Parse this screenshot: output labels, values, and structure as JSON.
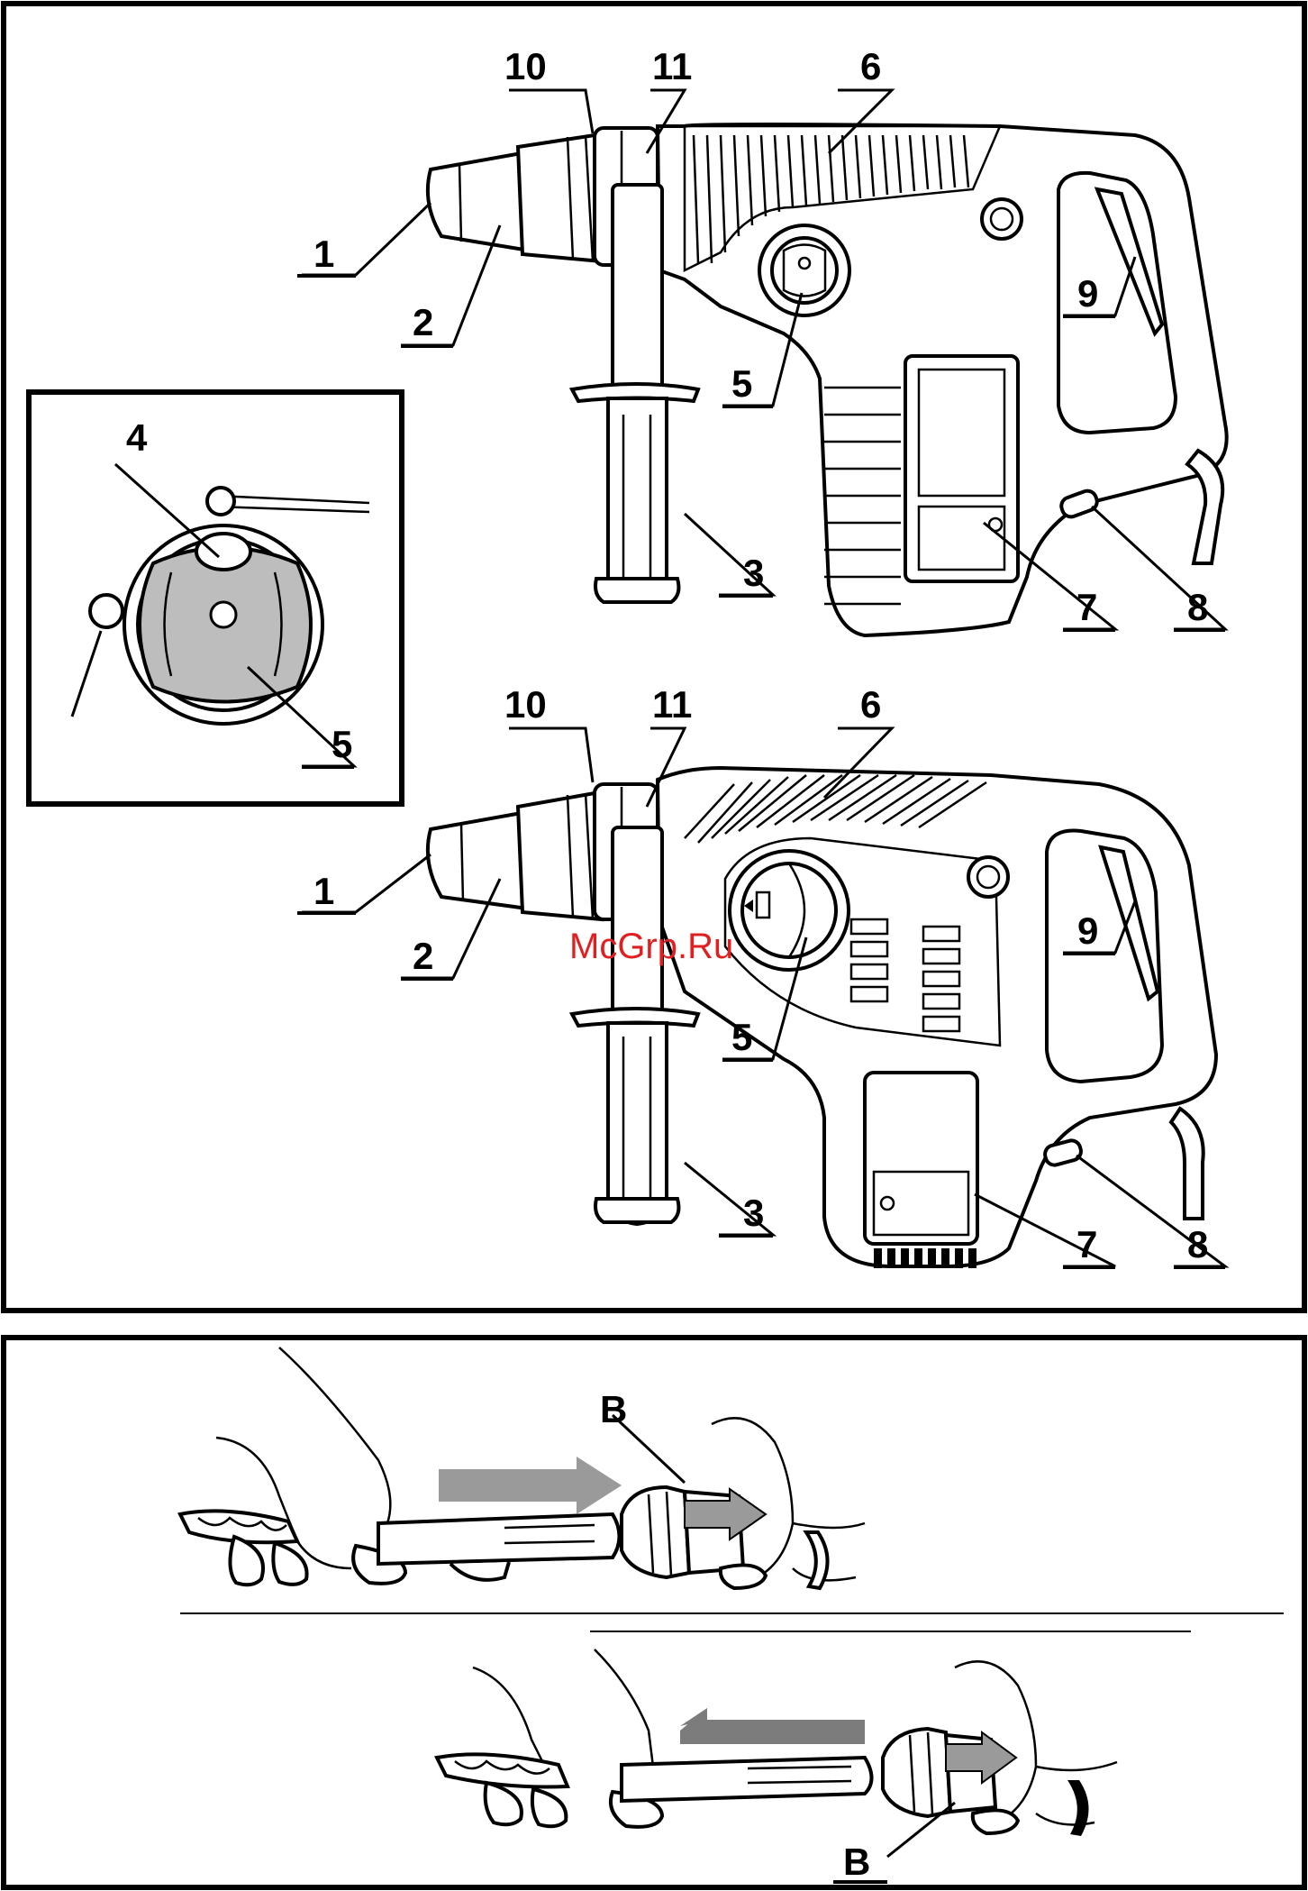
{
  "callouts_top": [
    "1",
    "2",
    "3",
    "4",
    "5",
    "5",
    "6",
    "7",
    "8",
    "9",
    "10",
    "11"
  ],
  "callouts_bottom": [
    "1",
    "2",
    "3",
    "5",
    "6",
    "7",
    "8",
    "9",
    "10",
    "11"
  ],
  "insert_label_b": "B",
  "remove_label_b": "B",
  "watermark": "McGrp.Ru",
  "colors": {
    "ink": "#000000",
    "arrow_grey": "#9a9a9a",
    "knob_grey": "#bdbdbd",
    "watermark": "#e02020"
  }
}
